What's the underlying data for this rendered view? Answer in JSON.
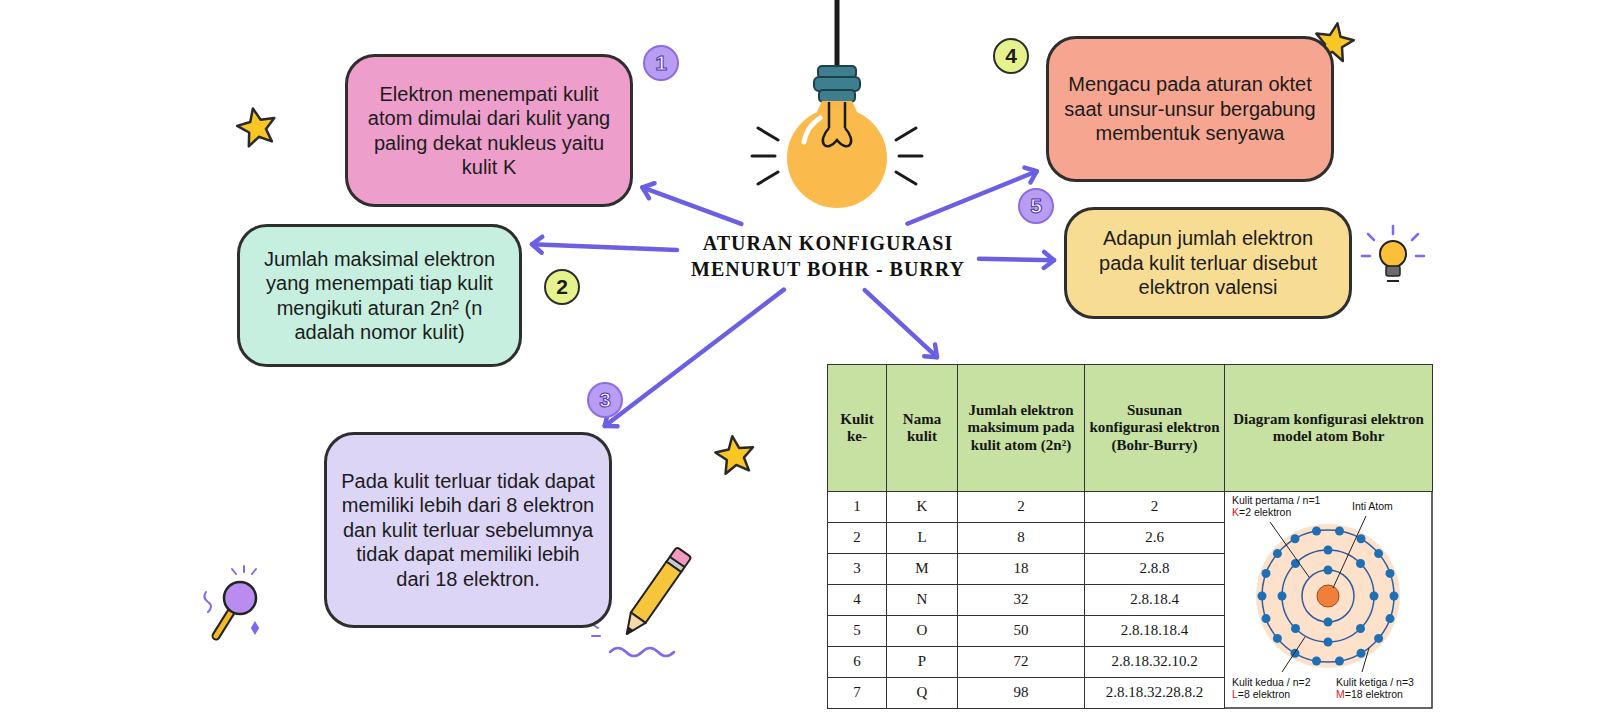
{
  "diagram": {
    "nodes": [
      {
        "text": [
          "ATURAN KONFIGURASI MENURUT BOHR - BURRY"
        ]
      },
      {
        "text": [
          "Elektron menempati kulit atom dimulai dari kulit yang paling dekat nukleus yaitu kulit K"
        ]
      },
      {
        "text": [
          "Jumlah maksimal elektron yang menempati tiap kulit mengikuti aturan 2n² (n adalah nomor kulit)"
        ]
      },
      {
        "text": [
          "Pada kulit terluar tidak dapat memiliki lebih dari 8 elektron dan kulit terluar sebelumnya tidak dapat memiliki lebih dari 18 elektron."
        ]
      },
      {
        "text": [
          "Mengacu pada aturan oktet saat unsur-unsur bergabung membentuk senyawa"
        ]
      },
      {
        "text": [
          "Adapun jumlah elektron pada kulit terluar disebut elektron valensi"
        ]
      },
      {
        "text": [
          "Kulit ke-",
          "Nama kulit",
          "Jumlah elektron maksimum pada kulit atom (2n²)",
          "Susunan konfigurasi elektron (Bohr-Burry)",
          "Diagram konfigurasi elektron model atom Bohr",
          "1",
          "K",
          "2",
          "2",
          "2",
          "L",
          "8",
          "2.6",
          "3",
          "M",
          "18",
          "2.8.8",
          "4",
          "N",
          "32",
          "2.8.18.4",
          "5",
          "O",
          "50",
          "2.8.18.18.4",
          "6",
          "P",
          "72",
          "2.8.18.32.10.2",
          "7",
          "Q",
          "98",
          "2.8.18.32.28.8.2"
        ]
      }
    ],
    "edges": [
      {
        "from": 0,
        "to": 1,
        "arrow": "to"
      },
      {
        "from": 0,
        "to": 2,
        "arrow": "to"
      },
      {
        "from": 0,
        "to": 3,
        "arrow": "to"
      },
      {
        "from": 0,
        "to": 4,
        "arrow": "to"
      },
      {
        "from": 0,
        "to": 5,
        "arrow": "to"
      },
      {
        "from": 0,
        "to": 6,
        "arrow": "to"
      }
    ],
    "labels": [
      "1",
      "2",
      "3",
      "4",
      "5",
      "Kulit pertama / n=1",
      "K=2 elektron",
      "Inti Atom",
      "Kulit kedua / n=2",
      "L=8 elektron",
      "Kulit ketiga / n=3",
      "M=18 elektron"
    ]
  }
}
